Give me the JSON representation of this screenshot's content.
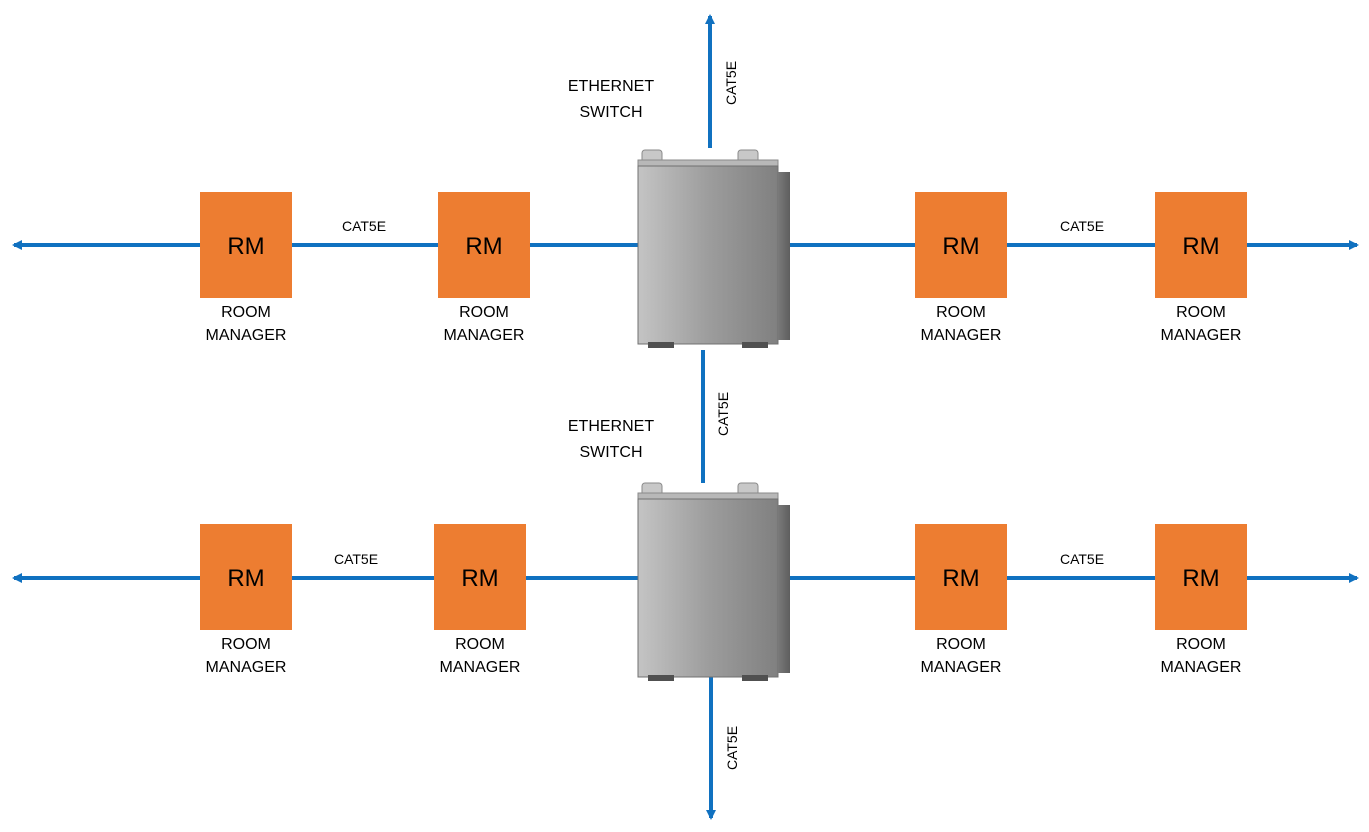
{
  "colors": {
    "link": "#1071c0",
    "room_manager_fill": "#ed7d31",
    "switch_body": "#9e9e9e"
  },
  "labels": {
    "rm_short": "RM",
    "rm_line1": "ROOM",
    "rm_line2": "MANAGER",
    "switch_line1": "ETHERNET",
    "switch_line2": "SWITCH",
    "cable": "CAT5E"
  },
  "rows": [
    {
      "name": "upper",
      "room_managers": 4,
      "cable_labels": 3
    },
    {
      "name": "lower",
      "room_managers": 4,
      "cable_labels": 3
    }
  ]
}
